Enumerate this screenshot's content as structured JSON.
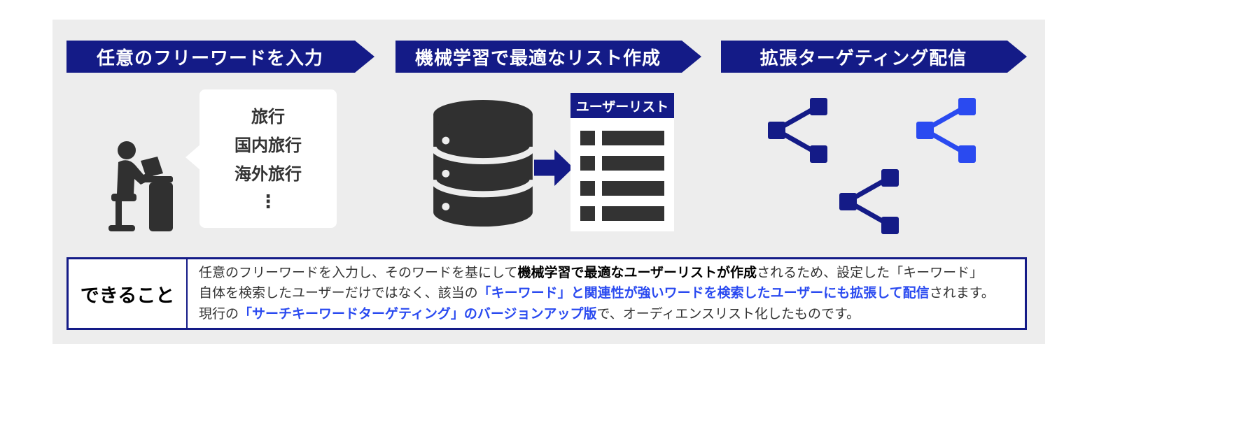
{
  "colors": {
    "navy": "#141b87",
    "blue": "#2a4af0",
    "dark": "#303030",
    "panel": "#ededed"
  },
  "steps": [
    {
      "label": "任意のフリーワードを入力"
    },
    {
      "label": "機械学習で最適なリスト作成"
    },
    {
      "label": "拡張ターゲティング配信"
    }
  ],
  "bubble": {
    "items": [
      "旅行",
      "国内旅行",
      "海外旅行",
      "⋮"
    ]
  },
  "user_list": {
    "label": "ユーザーリスト"
  },
  "callout": {
    "title": "できること",
    "line1": {
      "a": "任意のフリーワードを入力し、そのワードを基にして",
      "b": "機械学習で最適なユーザーリストが作成",
      "c": "されるため、設定した「キーワード」"
    },
    "line2": {
      "a": "自体を検索したユーザーだけではなく、該当の",
      "b": "「キーワード」と関連性が強いワードを検索したユーザーにも拡張して配信",
      "c": "されます。"
    },
    "line3": {
      "a": "現行の",
      "b": "「サーチキーワードターゲティング」のバージョンアップ版",
      "c": "で、オーディエンスリスト化したものです。"
    }
  }
}
